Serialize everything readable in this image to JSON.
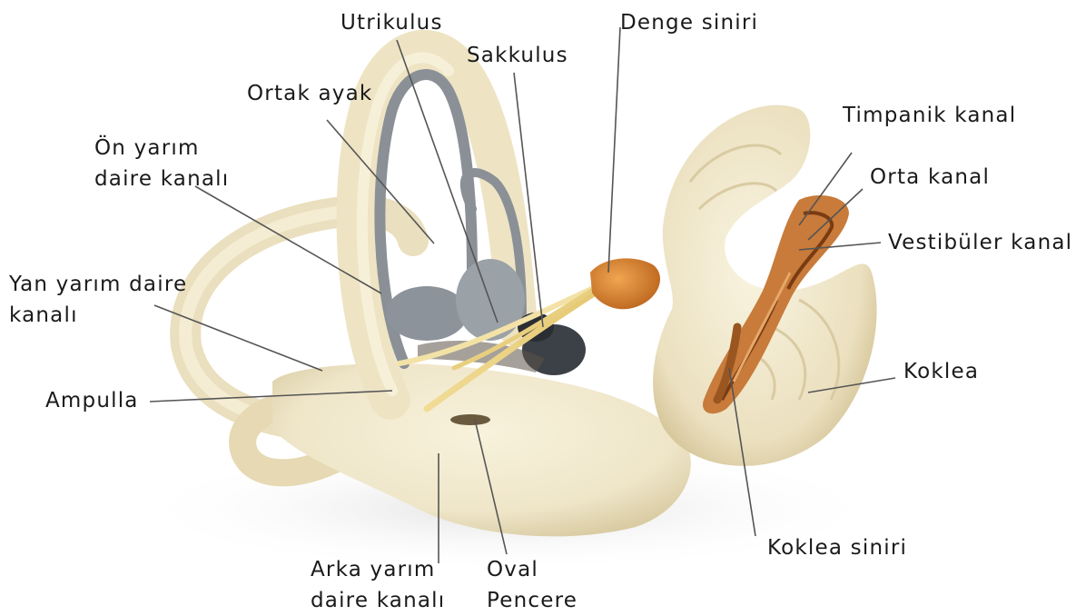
{
  "diagram": {
    "labels": {
      "utrikulus": "Utrikulus",
      "denge_siniri": "Denge siniri",
      "sakkulus": "Sakkulus",
      "ortak_ayak": "Ortak ayak",
      "on_yarim_1": "Ön yarım",
      "on_yarim_2": "daire kanalı",
      "yan_yarim_1": "Yan yarım daire",
      "yan_yarim_2": "kanalı",
      "ampulla": "Ampulla",
      "arka_yarim_1": "Arka yarım",
      "arka_yarim_2": "daire kanalı",
      "oval_1": "Oval",
      "oval_2": "Pencere",
      "timpanik_kanal": "Timpanik kanal",
      "orta_kanal": "Orta kanal",
      "vestibuler_kanal": "Vestibüler kanal",
      "koklea": "Koklea",
      "koklea_siniri": "Koklea siniri"
    },
    "colors": {
      "bone": "#efe6c9",
      "bone_shade": "#d9cba2",
      "membrane_gray": "#8a9096",
      "membrane_dark": "#3c4147",
      "nerve": "#f1dc95",
      "nerve_orange": "#d07a25",
      "leader_line": "#555555"
    }
  }
}
